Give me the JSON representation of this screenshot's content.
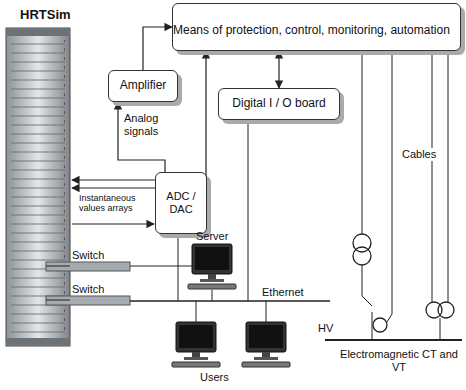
{
  "diagram": {
    "nodes": [
      {
        "text": [
          "Means of protection, control, monitoring, automation"
        ]
      },
      {
        "text": [
          "Amplifier"
        ]
      },
      {
        "text": [
          "Digital I / O board"
        ]
      },
      {
        "text": [
          "ADC / DAC"
        ]
      }
    ],
    "edges": [
      {
        "from": 3,
        "to": 1,
        "arrow": "to"
      },
      {
        "from": 1,
        "to": 0,
        "arrow": "to"
      },
      {
        "from": 2,
        "to": 0,
        "arrow": "both"
      },
      {
        "from": 3,
        "to": 0,
        "arrow": "to"
      }
    ],
    "labels": [
      "HRTSim",
      "Analog signals",
      "Instantaneous values arrays",
      "Switch",
      "Switch",
      "Server",
      "Ethernet",
      "Users",
      "Cables",
      "HV",
      "Electromagnetic CT and VT"
    ]
  }
}
